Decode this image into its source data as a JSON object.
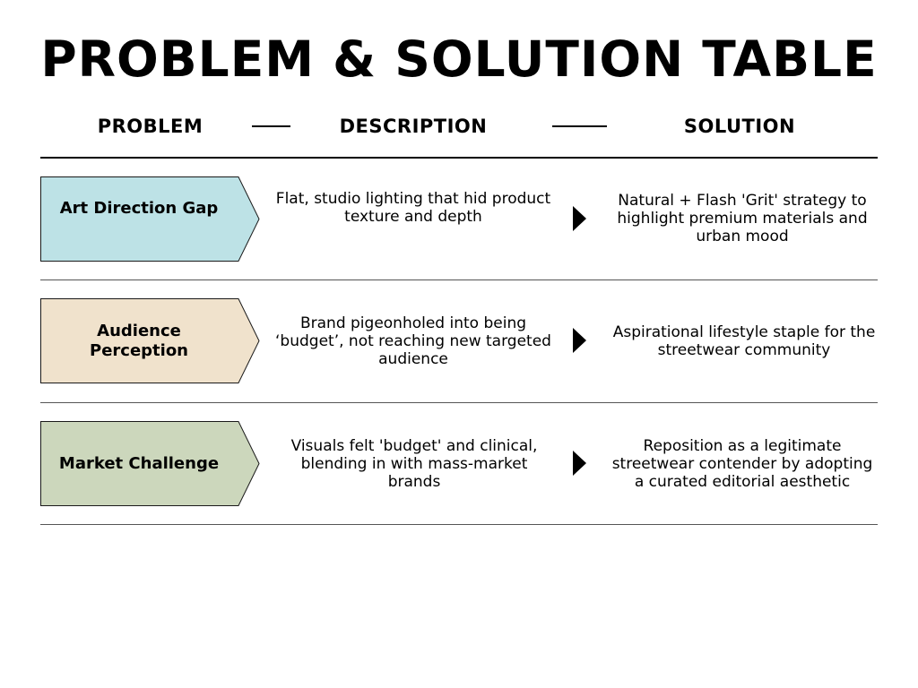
{
  "title": "PROBLEM & SOLUTION TABLE",
  "headers": {
    "problem": "PROBLEM",
    "description": "DESCRIPTION",
    "solution": "SOLUTION"
  },
  "colors": {
    "row1": "#bde2e6",
    "row2": "#f0e2cc",
    "row3": "#ccd7bc",
    "outline": "#1a1a1a",
    "divider": "#555555"
  },
  "rows": [
    {
      "problem": "Art Direction Gap",
      "description": "Flat, studio lighting that hid product texture and depth",
      "solution": "Natural + Flash 'Grit' strategy to highlight premium materials and urban mood"
    },
    {
      "problem": "Audience Perception",
      "description": "Brand pigeonholed into being ‘budget’, not reaching new targeted audience",
      "solution": "Aspirational lifestyle staple for the streetwear community"
    },
    {
      "problem": "Market Challenge",
      "description": "Visuals felt 'budget' and clinical, blending in with mass-market brands",
      "solution": "Reposition as a legitimate streetwear contender by adopting a curated editorial aesthetic"
    }
  ],
  "icons": {
    "arrow": "right-triangle-arrow-icon"
  }
}
